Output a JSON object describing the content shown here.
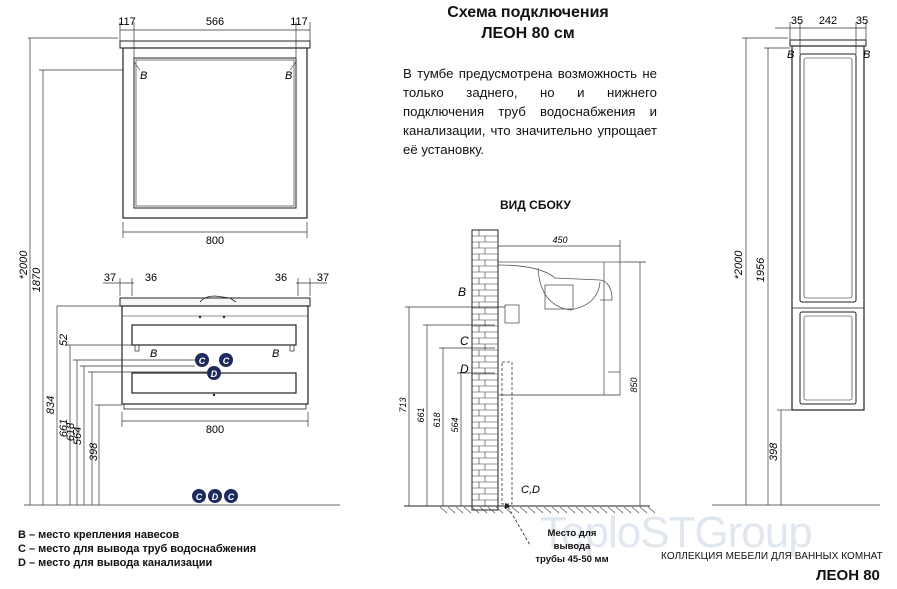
{
  "header": {
    "title_line1": "Схема подключения",
    "title_line2": "ЛЕОН 80 см",
    "description": "В тумбе предусмотрена возможность не только заднего, но и нижнего подключения труб водоснабжения и канализации, что значительно упрощает её установку."
  },
  "side_view": {
    "label": "ВИД СБОКУ",
    "dims": {
      "depth": "450",
      "height": "850",
      "d713": "713",
      "d661": "661",
      "d618": "618",
      "d564": "564"
    },
    "markers": {
      "b": "B",
      "c": "C",
      "d": "D",
      "cd": "C,D"
    },
    "pipe_note": [
      "Место для",
      "вывода",
      "трубы 45-50 мм"
    ]
  },
  "mirror": {
    "dims": {
      "left": "117",
      "middle": "566",
      "right": "117",
      "width": "800"
    },
    "marker": "B"
  },
  "cabinet": {
    "dims": {
      "side_left1": "37",
      "side_left2": "36",
      "side_right1": "36",
      "side_right2": "37",
      "width": "800",
      "d52": "52"
    },
    "marker": "B",
    "circles": [
      "C",
      "C",
      "D"
    ],
    "floor_circles": [
      "C",
      "D",
      "C"
    ]
  },
  "left_heights": {
    "total": "*2000",
    "h1870": "1870",
    "h834": "834",
    "h661": "661",
    "h618": "618",
    "h564": "564",
    "h398": "398"
  },
  "column": {
    "dims": {
      "left": "35",
      "middle": "242",
      "right": "35",
      "total": "*2000",
      "height": "1956",
      "bottom": "398"
    },
    "marker": "B"
  },
  "legend": [
    "B – место крепления навесов",
    "C – место для вывода труб водоснабжения",
    "D – место для вывода канализации"
  ],
  "footer": {
    "collection": "КОЛЛЕКЦИЯ МЕБЕЛИ ДЛЯ ВАННЫХ КОМНАТ",
    "model": "ЛЕОН 80",
    "watermark": "TeploSTGroup"
  }
}
